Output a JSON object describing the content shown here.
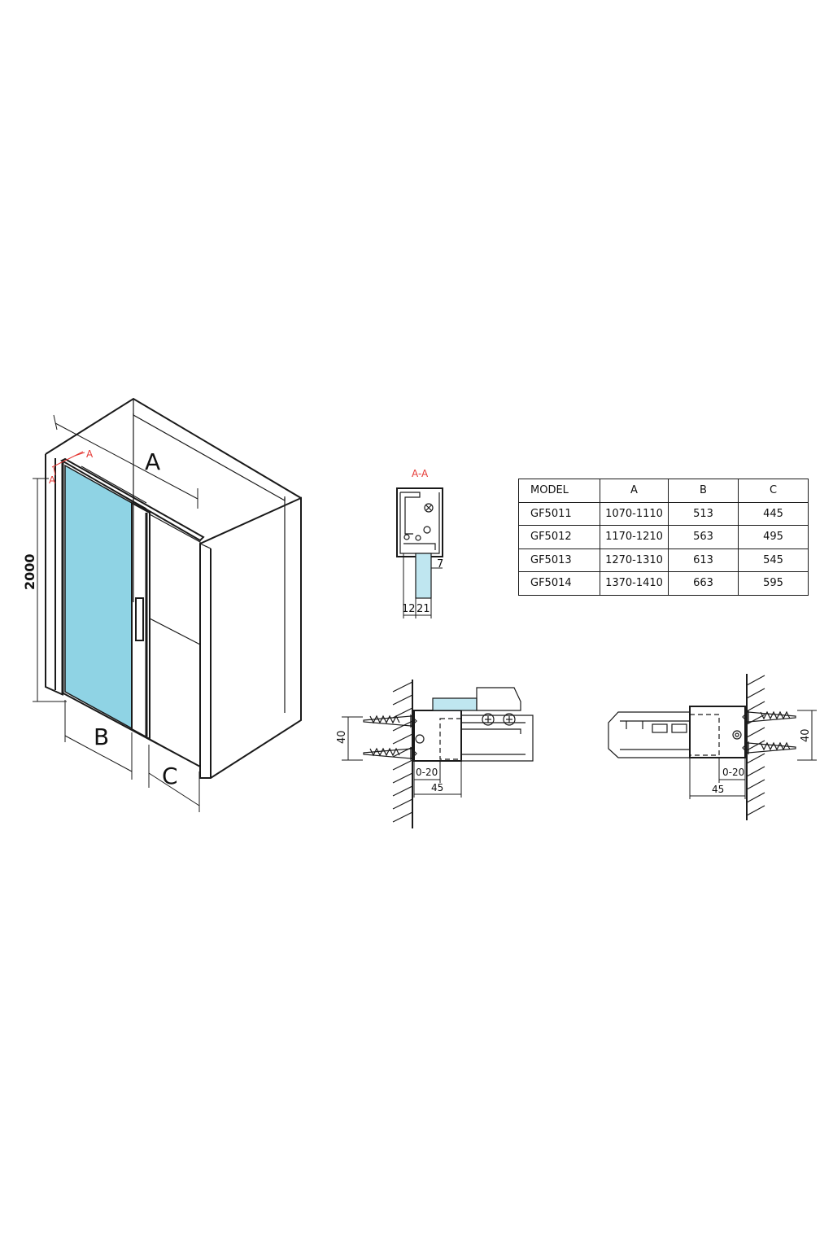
{
  "main_view": {
    "label_a": "A",
    "label_b": "B",
    "label_c": "C",
    "height": "2000",
    "section_mark": "A"
  },
  "section_view": {
    "title": "A-A",
    "dim_7": "7",
    "dim_12": "12",
    "dim_21": "21"
  },
  "spec_table": {
    "headers": [
      "MODEL",
      "A",
      "B",
      "C"
    ],
    "rows": [
      [
        "GF5011",
        "1070-1110",
        "513",
        "445"
      ],
      [
        "GF5012",
        "1170-1210",
        "563",
        "495"
      ],
      [
        "GF5013",
        "1270-1310",
        "613",
        "545"
      ],
      [
        "GF5014",
        "1370-1410",
        "663",
        "595"
      ]
    ]
  },
  "left_wall_detail": {
    "dim_40": "40",
    "dim_0_20": "0-20",
    "dim_45": "45"
  },
  "right_wall_detail": {
    "dim_40": "40",
    "dim_0_20": "0-20",
    "dim_45": "45"
  },
  "colors": {
    "glass": "#8fd3e4",
    "section_marker": "#e53935"
  }
}
